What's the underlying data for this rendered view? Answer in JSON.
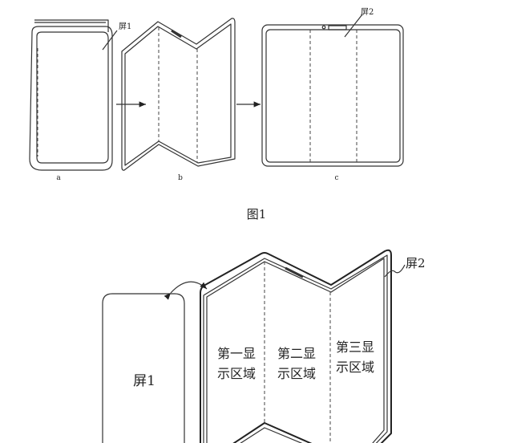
{
  "figure1": {
    "screen1_label": "屏1",
    "screen2_label": "屏2",
    "sub_labels": [
      "a",
      "b",
      "c"
    ],
    "caption": "图1"
  },
  "figure2": {
    "screen1_label": "屏1",
    "screen2_label": "屏2",
    "regions": [
      {
        "line1": "第一显",
        "line2": "示区域"
      },
      {
        "line1": "第二显",
        "line2": "示区域"
      },
      {
        "line1": "第三显",
        "line2": "示区域"
      }
    ]
  }
}
